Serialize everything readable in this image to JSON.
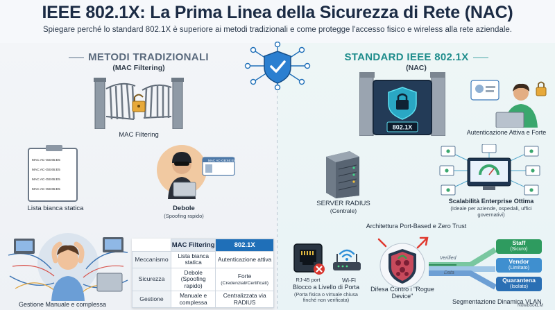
{
  "header": {
    "title": "IEEE 802.1X: La Prima Linea della Sicurezza di Rete (NAC)",
    "subtitle": "Spiegare perché lo standard 802.1X è superiore ai metodi tradizionali e come protegge l'accesso fisico e wireless alla rete aziendale."
  },
  "left": {
    "heading": "METODI TRADIZIONALI",
    "subheading": "(MAC Filtering)",
    "gate_label": "MAC Filtering",
    "whitelist_label": "Lista bianca statica",
    "whitelist_entries": [
      "MAC AC-GB:65:E5",
      "MAC AC-GB:65:E5",
      "MAC AC-GB:65:E5",
      "MAC AC-GB:65:E5"
    ],
    "spoof_label": "Debole",
    "spoof_sub": "(Spoofing rapido)",
    "spoof_card": "MAC AC-GB:65:E5",
    "manual_label": "Gestione Manuale e complessa"
  },
  "comparison": {
    "col_mac": "MAC Filtering",
    "col_8021x": "802.1X",
    "rows": [
      {
        "label": "Meccanismo",
        "mac": "Lista bianca statica",
        "x": "Autenticazione attiva",
        "x_note": ""
      },
      {
        "label": "Sicurezza",
        "mac": "Debole (Spoofing rapido)",
        "x": "Forte",
        "x_note": "(Credenziali/Certificati)"
      },
      {
        "label": "Gestione",
        "mac": "Manuale e complessa",
        "x": "Centralizzata via RADIUS",
        "x_note": ""
      }
    ]
  },
  "right": {
    "heading": "STANDARD IEEE 802.1X",
    "subheading": "(NAC)",
    "gate_label": "802.1X",
    "auth_label": "Autenticazione Attiva e Forte",
    "server_label": "SERVER RADIUS",
    "server_sub": "(Centrale)",
    "scal_label": "Scalabilità Enterprise Ottima",
    "scal_sub": "(Ideale per aziende, ospedali, uffici governativi)",
    "arch_label": "Architettura Port-Based e Zero Trust",
    "port_label_rj": "RJ-45 port",
    "port_label_wifi": "Wi-Fi",
    "port_title": "Blocco a Livello di Porta",
    "port_sub": "(Porta fisica o virtuale chiusa finché non verificata)",
    "rogue_title": "Difesa Contro i \"Rogue Device\"",
    "vlan_title": "Segmentazione Dinamica VLAN",
    "flow_verified": "Verified",
    "flow_data": "Data",
    "vlans": [
      {
        "name": "Staff",
        "sub": "(Sicuro)",
        "color": "#2e9b5f"
      },
      {
        "name": "Vendor",
        "sub": "(Limitato)",
        "color": "#3f8fcf"
      },
      {
        "name": "Quarantena",
        "sub": "(Isolato)",
        "color": "#2a6fb4"
      }
    ]
  },
  "footer": {
    "brand": "NotebookLM"
  },
  "colors": {
    "left_head": "#5a6a7d",
    "right_head": "#1f8d8c",
    "accent": "#1f6fb8"
  }
}
